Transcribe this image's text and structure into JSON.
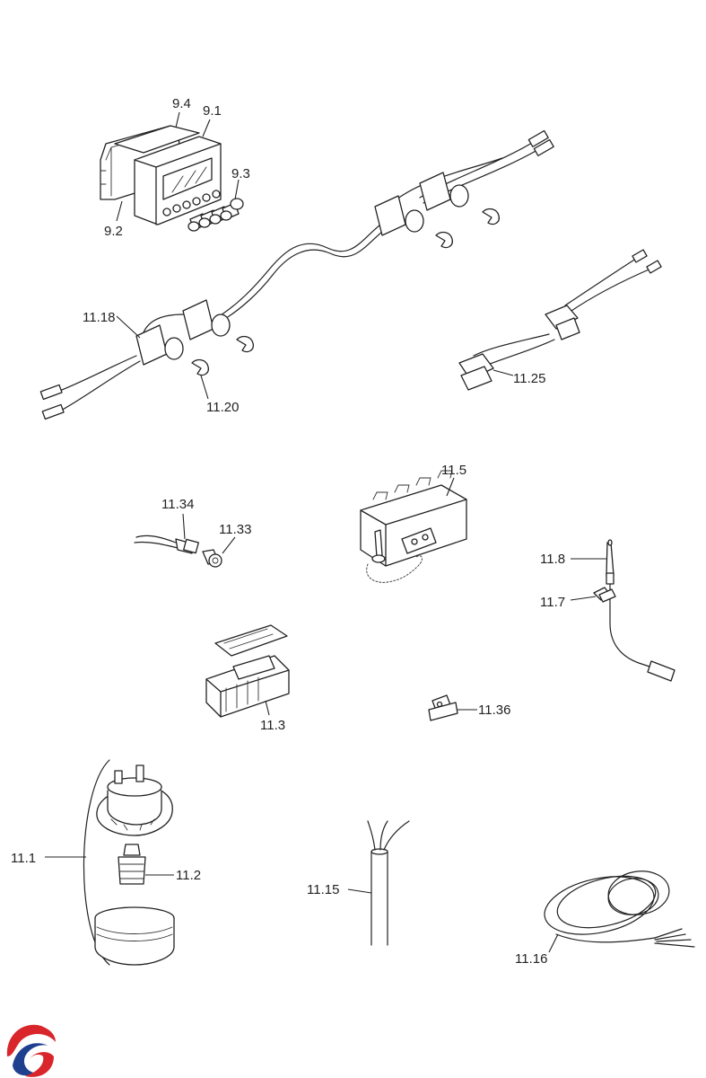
{
  "labels": {
    "l94": "9.4",
    "l91": "9.1",
    "l93": "9.3",
    "l92": "9.2",
    "l1118": "11.18",
    "l1120": "11.20",
    "l1125": "11.25",
    "l115": "11.5",
    "l1134": "11.34",
    "l1133": "11.33",
    "l118": "11.8",
    "l117": "11.7",
    "l113": "11.3",
    "l1136": "11.36",
    "l111": "11.1",
    "l112": "11.2",
    "l1115": "11.15",
    "l1116": "11.16"
  },
  "colors": {
    "line": "#222222",
    "logo_red": "#d8262b",
    "logo_blue": "#1f3f8f"
  },
  "logo": {
    "icon": "company-logo-swirl"
  }
}
